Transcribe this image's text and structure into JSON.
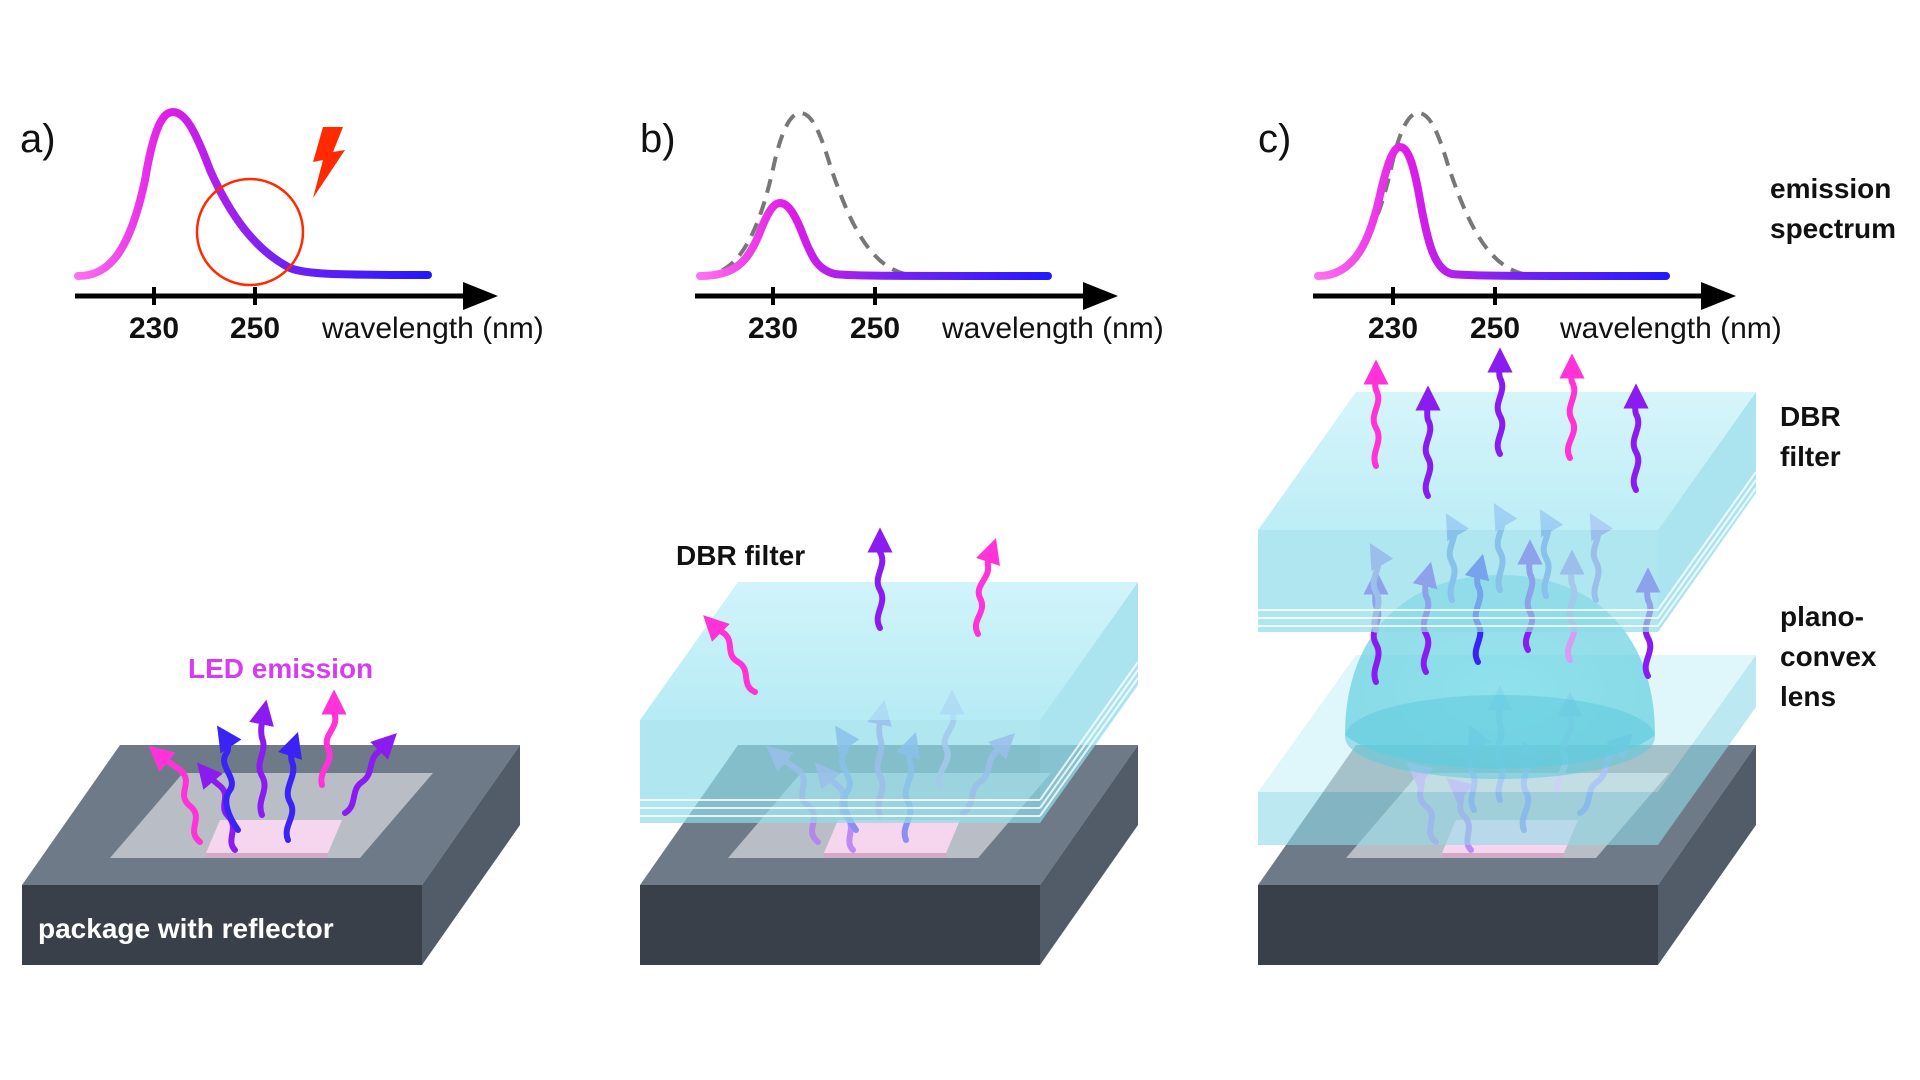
{
  "panels": [
    {
      "letter": "a)",
      "tick1": "230",
      "tick2": "250",
      "axis_label": "wavelength (nm)"
    },
    {
      "letter": "b)",
      "tick1": "230",
      "tick2": "250",
      "axis_label": "wavelength (nm)"
    },
    {
      "letter": "c)",
      "tick1": "230",
      "tick2": "250",
      "axis_label": "wavelength (nm)"
    }
  ],
  "labels": {
    "emission_line1": "emission",
    "emission_line2": "spectrum",
    "led_emission": "LED emission",
    "package": "package with reflector",
    "dbr_filter_b": "DBR filter",
    "dbr_c_line1": "DBR",
    "dbr_c_line2": "filter",
    "lens_line1": "plano-",
    "lens_line2": "convex",
    "lens_line3": "lens"
  },
  "icons": [
    "warning-lightning-icon",
    "highlight-circle-icon"
  ],
  "colors": {
    "magenta": "#ff33e0",
    "violet": "#8b1cf0",
    "blue": "#2a22ff",
    "filter_glass": "#9fe6f2",
    "package_top": "#6f7a88",
    "package_side": "#394049",
    "reference_dashed": "#777777",
    "alert_red": "#ff2a00"
  }
}
